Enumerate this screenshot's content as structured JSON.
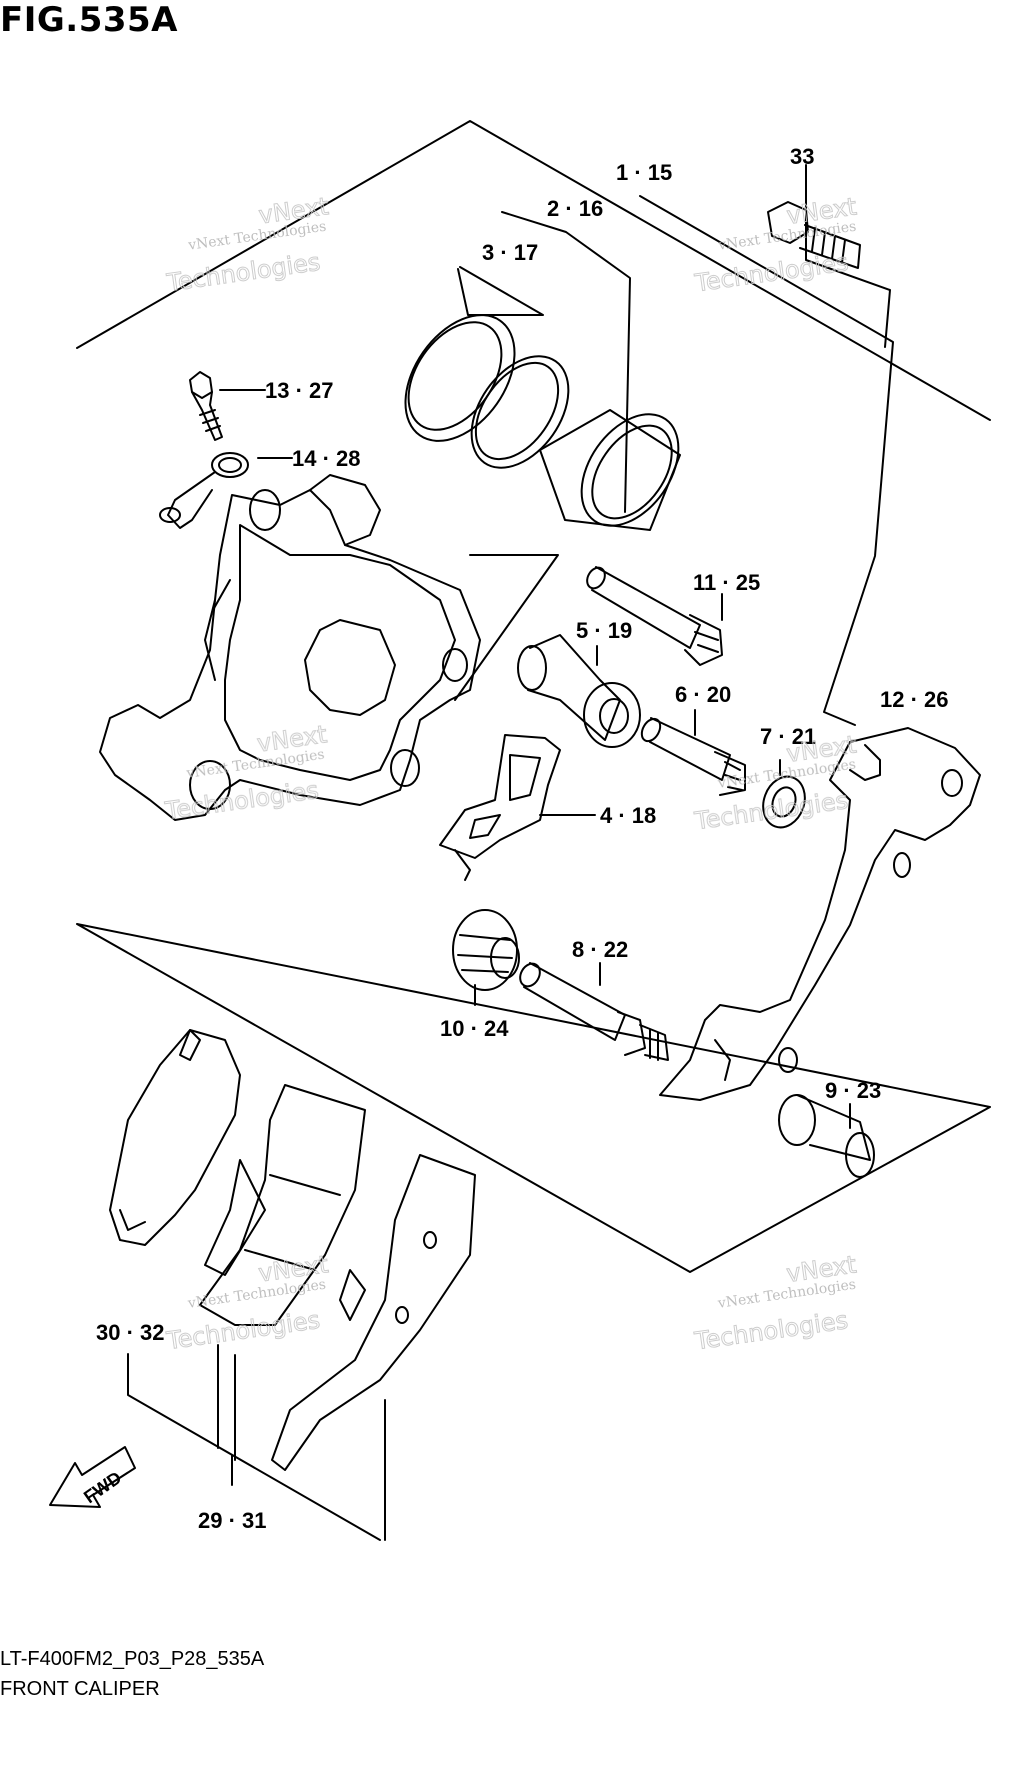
{
  "figure": {
    "title": "FIG.535A",
    "code": "LT-F400FM2_P03_P28_535A",
    "name": "FRONT CALIPER"
  },
  "callouts": [
    {
      "id": "c1",
      "text": "1 · 15"
    },
    {
      "id": "c2",
      "text": "2 · 16"
    },
    {
      "id": "c3",
      "text": "3 · 17"
    },
    {
      "id": "c33",
      "text": "33"
    },
    {
      "id": "c13",
      "text": "13 · 27"
    },
    {
      "id": "c14",
      "text": "14 · 28"
    },
    {
      "id": "c11",
      "text": "11 · 25"
    },
    {
      "id": "c5",
      "text": "5 · 19"
    },
    {
      "id": "c6",
      "text": "6 · 20"
    },
    {
      "id": "c12",
      "text": "12 · 26"
    },
    {
      "id": "c7",
      "text": "7 · 21"
    },
    {
      "id": "c4",
      "text": "4 · 18"
    },
    {
      "id": "c8",
      "text": "8 · 22"
    },
    {
      "id": "c10",
      "text": "10 · 24"
    },
    {
      "id": "c9",
      "text": "9 · 23"
    },
    {
      "id": "c30",
      "text": "30 · 32"
    },
    {
      "id": "c29",
      "text": "29 · 31"
    }
  ],
  "direction_arrow": {
    "text": "FWD",
    "icon": "forward-arrow-icon"
  },
  "watermark": {
    "line1": "vNext Technologies",
    "line2": "vNext",
    "line3": "Technologies",
    "color": "#b8b8b8"
  }
}
